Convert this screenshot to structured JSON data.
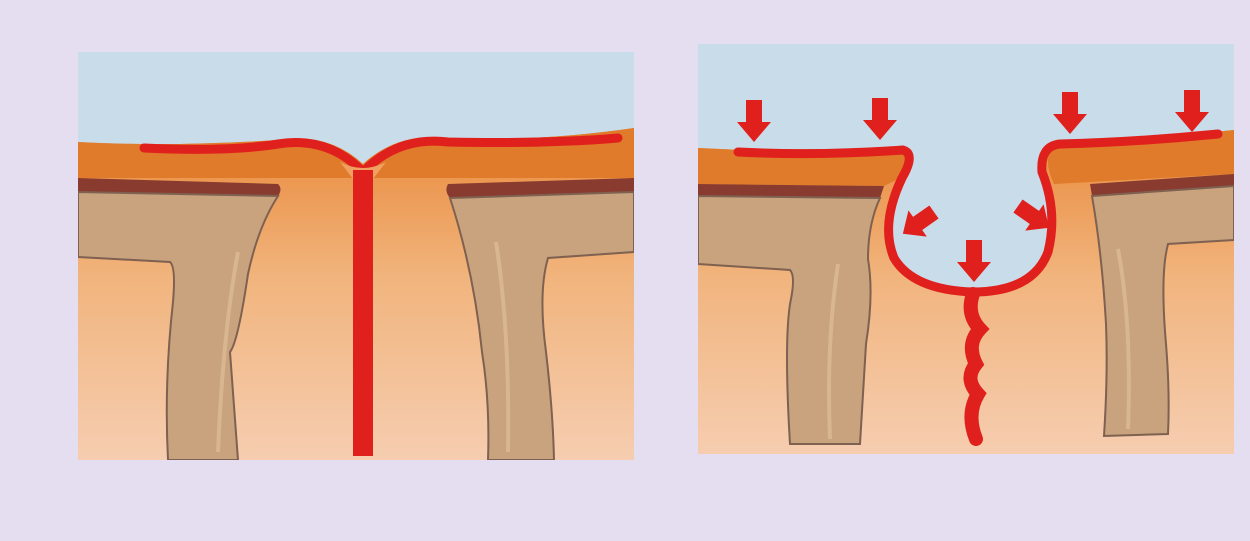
{
  "figure": {
    "panels": [
      {
        "id": "left",
        "state": "healthy closed joint"
      },
      {
        "id": "right",
        "state": "recessed joint with downward pressure"
      }
    ],
    "colors": {
      "background": "#e4def0",
      "sky": "#c9dcea",
      "surface_orange": "#e07b2b",
      "inner_orange": "#f0b27a",
      "tan_layer": "#c9a27e",
      "dark_band": "#8a3b2f",
      "red_line": "#e0201c"
    },
    "arrows": {
      "icon": "red-down-arrow-icon",
      "count": 7
    }
  }
}
